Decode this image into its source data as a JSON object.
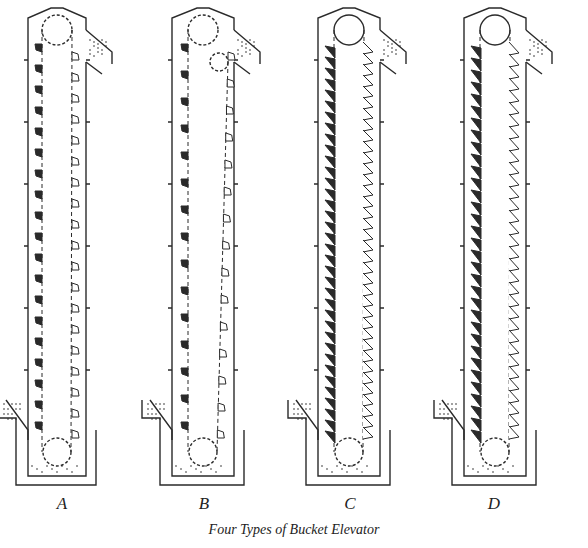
{
  "diagram": {
    "caption": "Four Types of Bucket Elevator",
    "labels": [
      "A",
      "B",
      "C",
      "D"
    ]
  }
}
